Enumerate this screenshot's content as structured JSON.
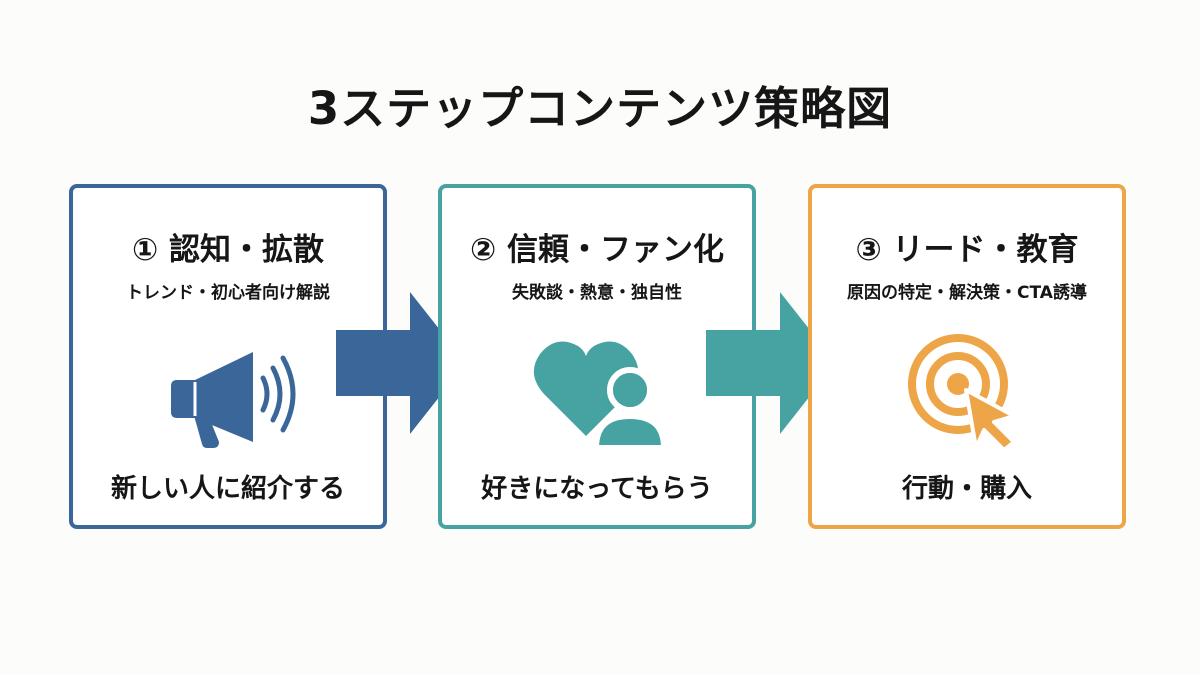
{
  "title": "3ステップコンテンツ策略図",
  "colors": {
    "step1": "#3a669a",
    "step2": "#47a3a1",
    "step3": "#eda548"
  },
  "steps": [
    {
      "number": "①",
      "title": "① 認知・拡散",
      "subtitle": "トレンド・初心者向け解説",
      "icon": "megaphone-icon",
      "bottom": "新しい人に紹介する"
    },
    {
      "number": "②",
      "title": "② 信頼・ファン化",
      "subtitle": "失敗談・熱意・独自性",
      "icon": "heart-person-icon",
      "bottom": "好きになってもらう"
    },
    {
      "number": "③",
      "title": "③ リード・教育",
      "subtitle": "原因の特定・解決策・CTA誘導",
      "icon": "target-cursor-icon",
      "bottom": "行動・購入"
    }
  ]
}
